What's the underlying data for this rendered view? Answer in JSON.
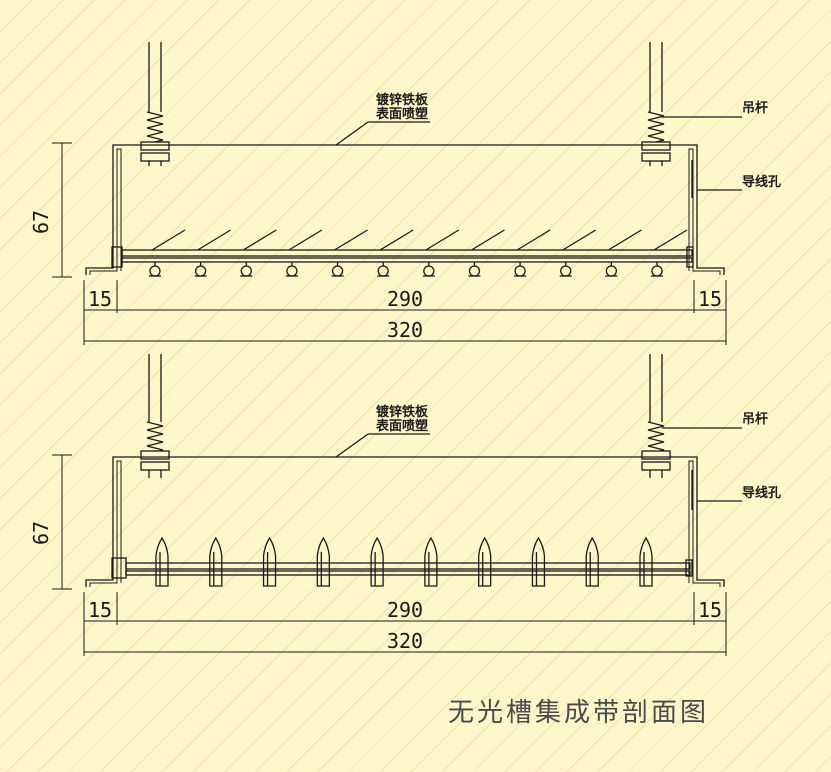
{
  "caption": "无光槽集成带剖面图",
  "sections": [
    {
      "id": "top",
      "labels": {
        "plate": [
          "镀锌铁板",
          "表面喷塑"
        ],
        "rod": "吊杆",
        "hole": "导线孔"
      },
      "dims": {
        "height": "67",
        "left_flange": "15",
        "middle": "290",
        "right_flange": "15",
        "total": "320"
      },
      "fixture": "clip",
      "fixture_count": 12
    },
    {
      "id": "bottom",
      "labels": {
        "plate": [
          "镀锌铁板",
          "表面喷塑"
        ],
        "rod": "吊杆",
        "hole": "导线孔"
      },
      "dims": {
        "height": "67",
        "left_flange": "15",
        "middle": "290",
        "right_flange": "15",
        "total": "320"
      },
      "fixture": "bullet",
      "fixture_count": 10
    }
  ],
  "colors": {
    "line": "#1a1a1a",
    "background": "#fff6c9",
    "caption": "#4a4a4a"
  }
}
